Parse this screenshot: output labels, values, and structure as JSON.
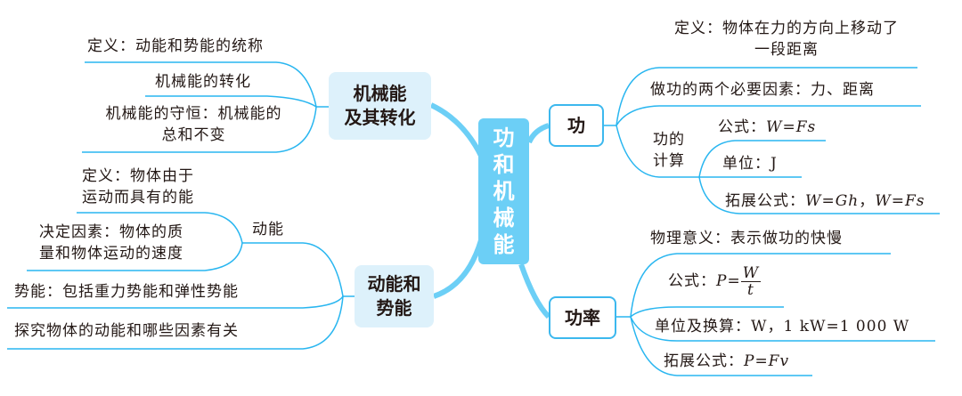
{
  "center": {
    "title": "功和机械能"
  },
  "colors": {
    "line": "#29b6f0",
    "center_fill": "#6ccff6",
    "left_box_fill": "#ddf1fb",
    "box_border": "#3cb8ee"
  },
  "left": {
    "mechanical": {
      "title_line1": "机械能",
      "title_line2": "及其转化",
      "items": [
        {
          "text": "定义：动能和势能的统称"
        },
        {
          "text": "机械能的转化"
        },
        {
          "line1": "机械能的守恒：机械能的",
          "line2": "总和不变"
        }
      ]
    },
    "kinetic_potential": {
      "title_line1": "动能和",
      "title_line2": "势能",
      "kinetic": {
        "label": "动能",
        "items": [
          {
            "line1": "定义：物体由于",
            "line2": "运动而具有的能"
          },
          {
            "line1": "决定因素：物体的质",
            "line2": "量和物体运动的速度"
          }
        ]
      },
      "items": [
        {
          "text": "势能：包括重力势能和弹性势能"
        },
        {
          "text": "探究物体的动能和哪些因素有关"
        }
      ]
    }
  },
  "right": {
    "work": {
      "title": "功",
      "definition_line1": "定义：物体在力的方向上移动了",
      "definition_line2": "一段距离",
      "factors": "做功的两个必要因素：力、距离",
      "calc": {
        "label_line1": "功的",
        "label_line2": "计算",
        "formula_label": "公式：",
        "formula": "W=Fs",
        "unit_label": "单位：",
        "unit": "J",
        "ext_label": "拓展公式：",
        "ext_formula1": "W=Gh",
        "ext_sep": "，",
        "ext_formula2": "W=Fs"
      }
    },
    "power": {
      "title": "功率",
      "meaning": "物理意义：表示做功的快慢",
      "formula_label": "公式：",
      "formula_lhs": "P=",
      "formula_num": "W",
      "formula_den": "t",
      "unit": "单位及换算：W，1 kW=1 000 W",
      "ext_label": "拓展公式：",
      "ext_formula": "P=Fv"
    }
  }
}
